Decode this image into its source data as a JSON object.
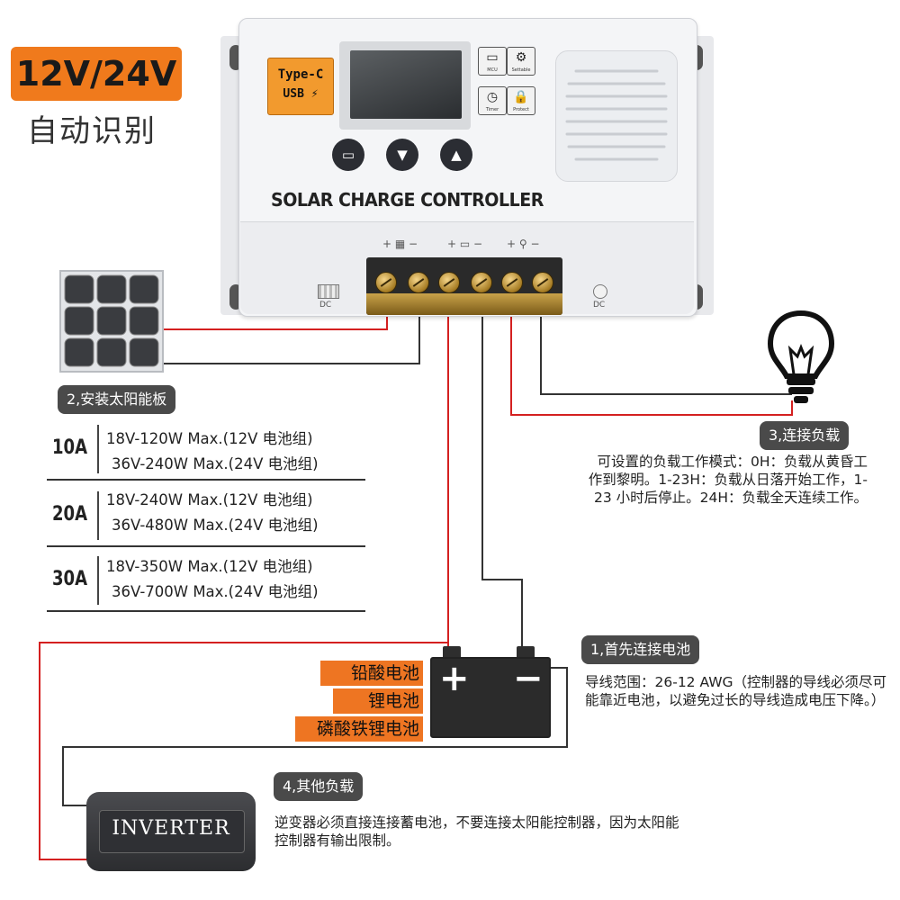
{
  "header": {
    "voltage_badge": "12V/24V",
    "auto_detect": "自动识别"
  },
  "controller": {
    "port_label": "Type-C",
    "usb_label": "USB ⚡",
    "title": "SOLAR CHARGE CONTROLLER",
    "dc_left": "DC",
    "dc_right": "DC",
    "terminal_signs": [
      "+",
      "−",
      "+",
      "−",
      "+",
      "−"
    ]
  },
  "solar_panel": {
    "label": "2,安装太阳能板"
  },
  "specs": [
    {
      "amp": "10A",
      "line1": "18V-120W Max.(12V 电池组)",
      "line2": "36V-240W Max.(24V 电池组)"
    },
    {
      "amp": "20A",
      "line1": "18V-240W Max.(12V 电池组)",
      "line2": "36V-480W Max.(24V 电池组)"
    },
    {
      "amp": "30A",
      "line1": "18V-350W Max.(12V 电池组)",
      "line2": "36V-700W Max.(24V 电池组)"
    }
  ],
  "load": {
    "label": "3,连接负载",
    "description": "可设置的负载工作模式：0H：负载从黄昏工作到黎明。1-23H：负载从日落开始工作，1-23 小时后停止。24H：负载全天连续工作。"
  },
  "battery": {
    "label": "1,首先连接电池",
    "plus": "+",
    "minus": "−",
    "types": [
      "铅酸电池",
      "锂电池",
      "磷酸铁锂电池"
    ],
    "description": "导线范围：26-12 AWG（控制器的导线必须尽可能靠近电池，以避免过长的导线造成电压下降。）"
  },
  "inverter": {
    "label": "4,其他负载",
    "name": "INVERTER",
    "description": "逆变器必须直接连接蓄电池，不要连接太阳能控制器，因为太阳能控制器有输出限制。"
  },
  "colors": {
    "orange": "#f07a1c",
    "dark_label": "#4a4a4a",
    "wire_red": "#d42020",
    "wire_black": "#333333"
  }
}
